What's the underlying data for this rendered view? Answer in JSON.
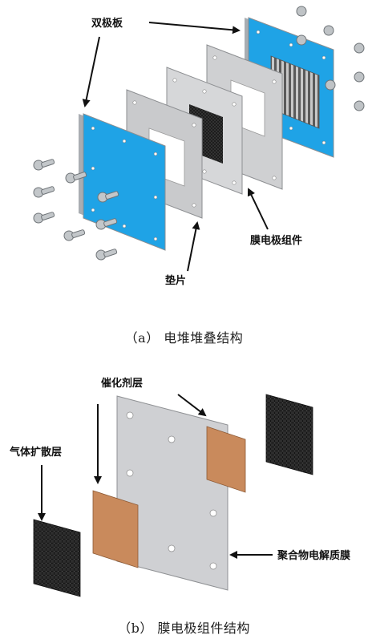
{
  "panel_a": {
    "labels": {
      "bipolar_plate": "双极板",
      "mea": "膜电极组件",
      "gasket": "垫片"
    },
    "caption": "（a）  电堆堆叠结构"
  },
  "panel_b": {
    "labels": {
      "catalyst_layer": "催化剂层",
      "gas_diffusion_layer": "气体扩散层",
      "polymer_membrane": "聚合物电解质膜"
    },
    "caption": "（b）  膜电极组件结构"
  },
  "colors": {
    "plate_blue": "#1fa3e6",
    "plate_edge": "#a9adb2",
    "gasket_gray": "#c9cacc",
    "mea_gray": "#d6d7d9",
    "catalyst_copper": "#c98a5c",
    "diffusion_dark": "#2c2c2c"
  }
}
